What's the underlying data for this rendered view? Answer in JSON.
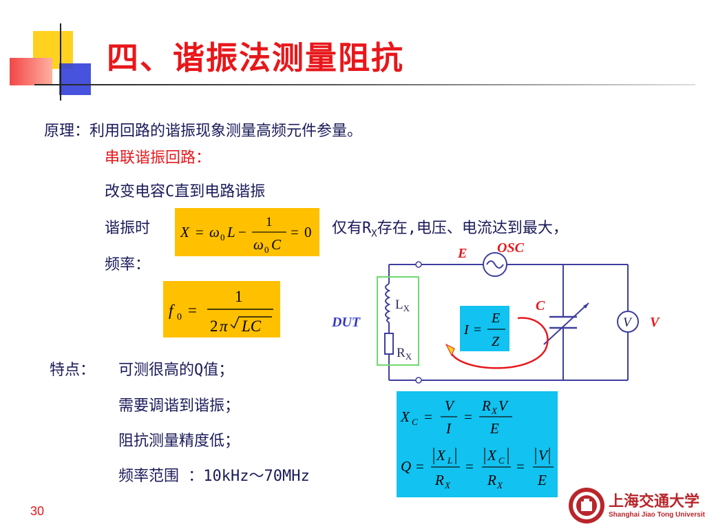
{
  "slide": {
    "title": "四、谐振法测量阻抗",
    "page_number": "30",
    "principle": "原理：利用回路的谐振现象测量高频元件参量。",
    "series_title": "串联谐振回路：",
    "step1": "改变电容C直到电路谐振",
    "resonance_label": "谐振时",
    "only_rx_pre": "仅有R",
    "only_rx_sub": "X",
    "only_rx_post": "存在,电压、电流达到最大，",
    "freq_label": "频率：",
    "features_label": "特点：",
    "features": [
      "可测很高的Q值；",
      "需要调谐到谐振；",
      "阻抗测量精度低；",
      "频率范围 ：10kHz～70MHz"
    ]
  },
  "circuit": {
    "E": "E",
    "OSC": "OSC",
    "C": "C",
    "V": "V",
    "DUT": "DUT",
    "LX": "L",
    "RX": "R",
    "sub_x": "X",
    "current_formula": "I = E/Z"
  },
  "formulas": {
    "resonance": "X = ω0L − 1/(ω0C) = 0",
    "frequency": "f0 = 1/(2π√LC)",
    "xc": "XC = V/I = RXV/E",
    "q": "Q = |XL|/RX = |XC|/RX = |V|/E"
  },
  "logo": {
    "text": "上海交通大学",
    "subtext": "Shanghai Jiao Tong University"
  }
}
